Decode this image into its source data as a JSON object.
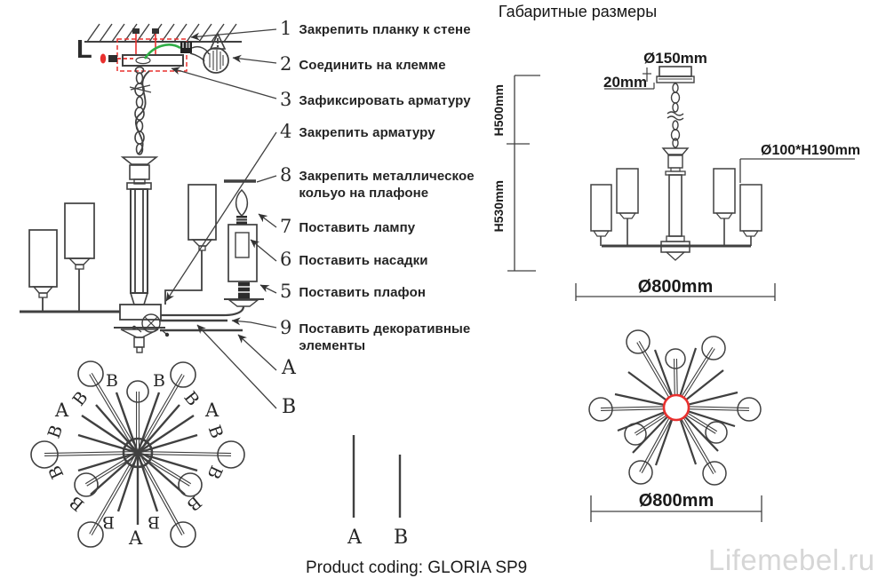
{
  "title": "Габаритные размеры",
  "steps": [
    {
      "num": "1",
      "text": "Закрепить планку к стене"
    },
    {
      "num": "2",
      "text": "Соединить на клемме"
    },
    {
      "num": "3",
      "text": "Зафиксировать арматуру"
    },
    {
      "num": "4",
      "text": "Закрепить арматуру"
    },
    {
      "num": "8",
      "text": "Закрепить металлическое кольуо на плафоне"
    },
    {
      "num": "7",
      "text": "Поставить лампу"
    },
    {
      "num": "6",
      "text": "Поставить насадки"
    },
    {
      "num": "5",
      "text": "Поставить плафон"
    },
    {
      "num": "9",
      "text": "Поставить декоративные элементы"
    }
  ],
  "wire_terminal_label": "L",
  "rod_labels": {
    "a": "A",
    "b": "B"
  },
  "dimensions": {
    "canopy_diameter": "Ø150mm",
    "canopy_height": "20mm",
    "chain_length": "H500mm",
    "fixture_height": "H530mm",
    "shade_size": "Ø100*H190mm",
    "fixture_diameter_front": "Ø800mm",
    "fixture_diameter_top": "Ø800mm"
  },
  "product_coding": "Product coding: GLORIA SP9",
  "watermark": "Lifemebel.ru",
  "colors": {
    "line": "#404040",
    "accent_red": "#e8302e",
    "accent_green": "#2fae46",
    "watermark": "#d6d6d6"
  }
}
